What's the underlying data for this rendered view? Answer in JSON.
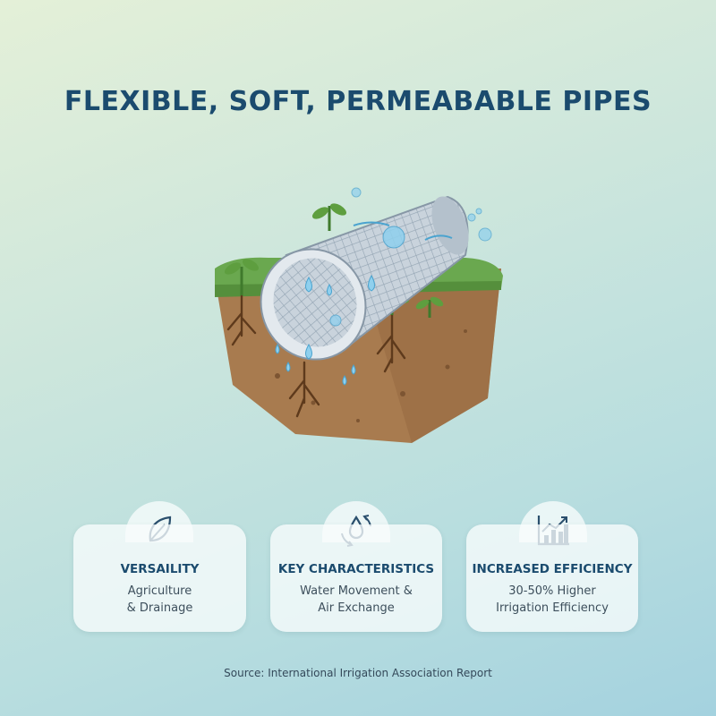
{
  "title": "FLEXIBLE, SOFT, PERMEABABLE PIPES",
  "illustration": {
    "subject": "permeable-pipe-in-soil",
    "colors": {
      "grass": "#6aa84f",
      "soil": "#a87b4f",
      "pipe": "#c9d3dc",
      "water": "#8fd0ee"
    }
  },
  "cards": [
    {
      "icon": "leaf-icon",
      "title": "VERSAILITY",
      "line1": "Agriculture",
      "line2": "& Drainage"
    },
    {
      "icon": "water-cycle-icon",
      "title": "KEY CHARACTERISTICS",
      "line1": "Water Movement &",
      "line2": "Air Exchange"
    },
    {
      "icon": "growth-chart-icon",
      "title": "INCREASED EFFICIENCY",
      "line1": "30-50% Higher",
      "line2": "Irrigation Efficiency"
    }
  ],
  "source": "Source: International Irrigation Association Report",
  "colors": {
    "heading": "#1b4b6e",
    "icon": "#2a4f6d"
  }
}
